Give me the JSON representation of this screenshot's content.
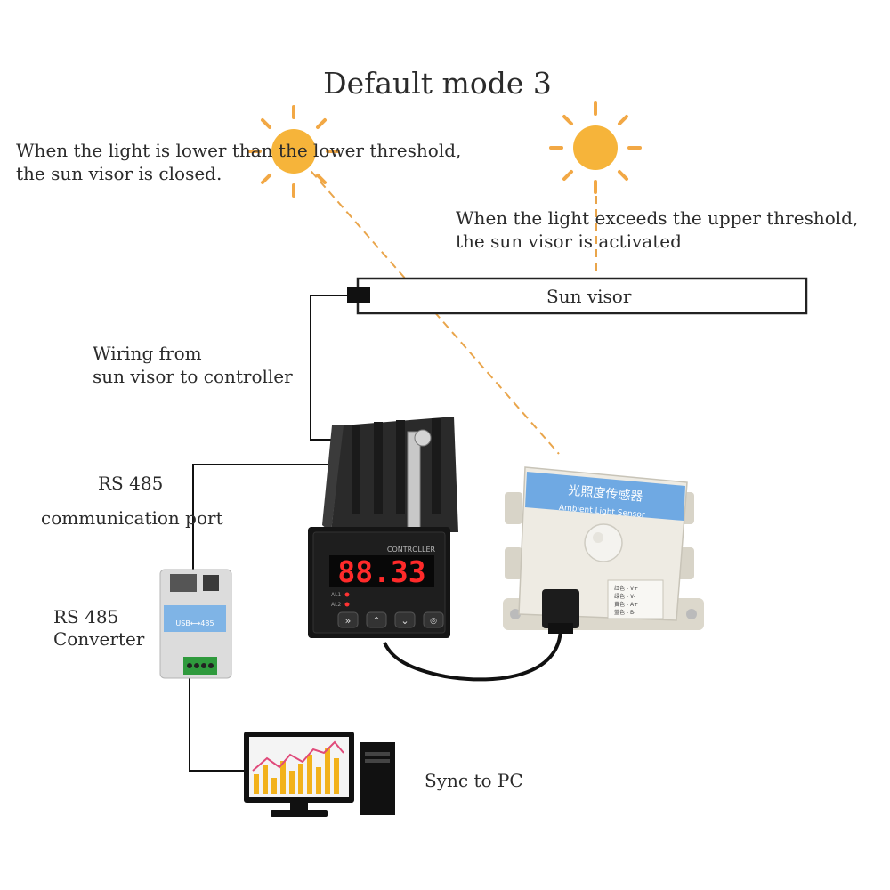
{
  "title": "Default mode 3",
  "low_threshold_text": {
    "line1": "When the light is lower than the lower threshold,",
    "line2": "the sun visor is closed."
  },
  "high_threshold_text": {
    "line1": "When the light exceeds the upper threshold,",
    "line2": "the sun visor is activated"
  },
  "sun_visor_label": "Sun visor",
  "wiring_text": {
    "line1": "Wiring from",
    "line2": "sun visor to controller"
  },
  "rs485_port": {
    "title": "RS 485",
    "subtitle": "communication port"
  },
  "converter": {
    "line1": "RS 485",
    "line2": "Converter",
    "usb_label": "USB⟷485"
  },
  "controller": {
    "display": "88.33",
    "brand": "CONTROLLER",
    "alarm1": "AL1",
    "alarm2": "AL2"
  },
  "sensor": {
    "title_cn": "光照度传感器",
    "title_en": "Ambient Light Sensor",
    "wires": [
      "红色 - V+",
      "绿色 - V-",
      "黄色 - A+",
      "蓝色 - B-"
    ]
  },
  "sync_text": "Sync to PC",
  "colors": {
    "sun": "#f6b43a",
    "sun_ray": "#f2a845",
    "ray_dash": "#e9a54b",
    "display_red": "#ff2a2a",
    "sensor_blue": "#6fa9e3"
  },
  "icons": [
    "sun-icon",
    "controller-device",
    "light-sensor-device",
    "rs485-converter-device",
    "pc-monitor-icon"
  ]
}
